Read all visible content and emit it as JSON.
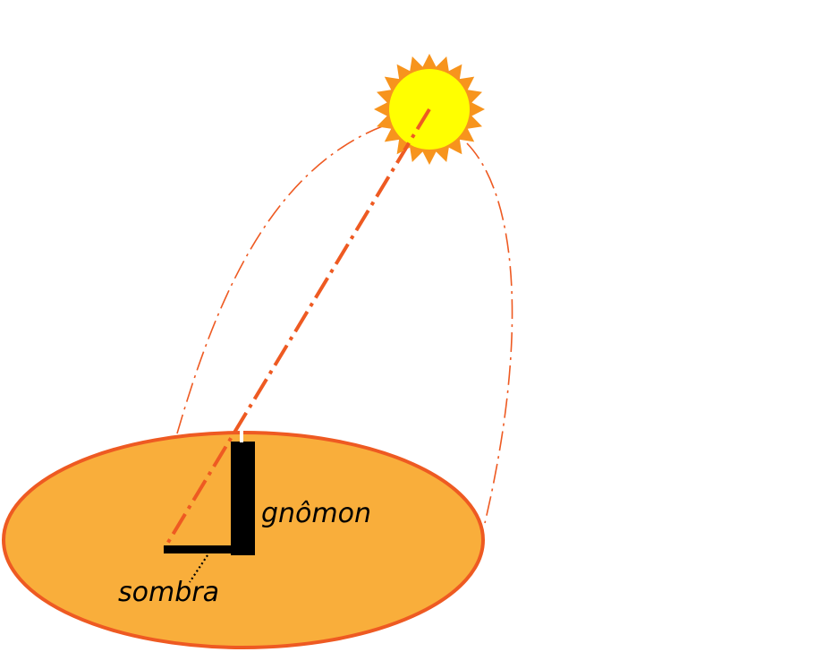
{
  "labels": {
    "gnomon": "gnômon",
    "shadow": "sombra"
  },
  "colors": {
    "ground_fill": "#F9AE3B",
    "ground_stroke": "#EE5A22",
    "sun_core": "#FFFF00",
    "sun_rays": "#F7941D",
    "ray_line": "#EE5A22",
    "arc_line": "#EE5A22",
    "gnomon": "#000000",
    "shadow": "#000000"
  },
  "elements": {
    "sun_icon": "sun-icon",
    "gnomon_icon": "gnomon-post",
    "shadow_icon": "shadow-bar"
  }
}
